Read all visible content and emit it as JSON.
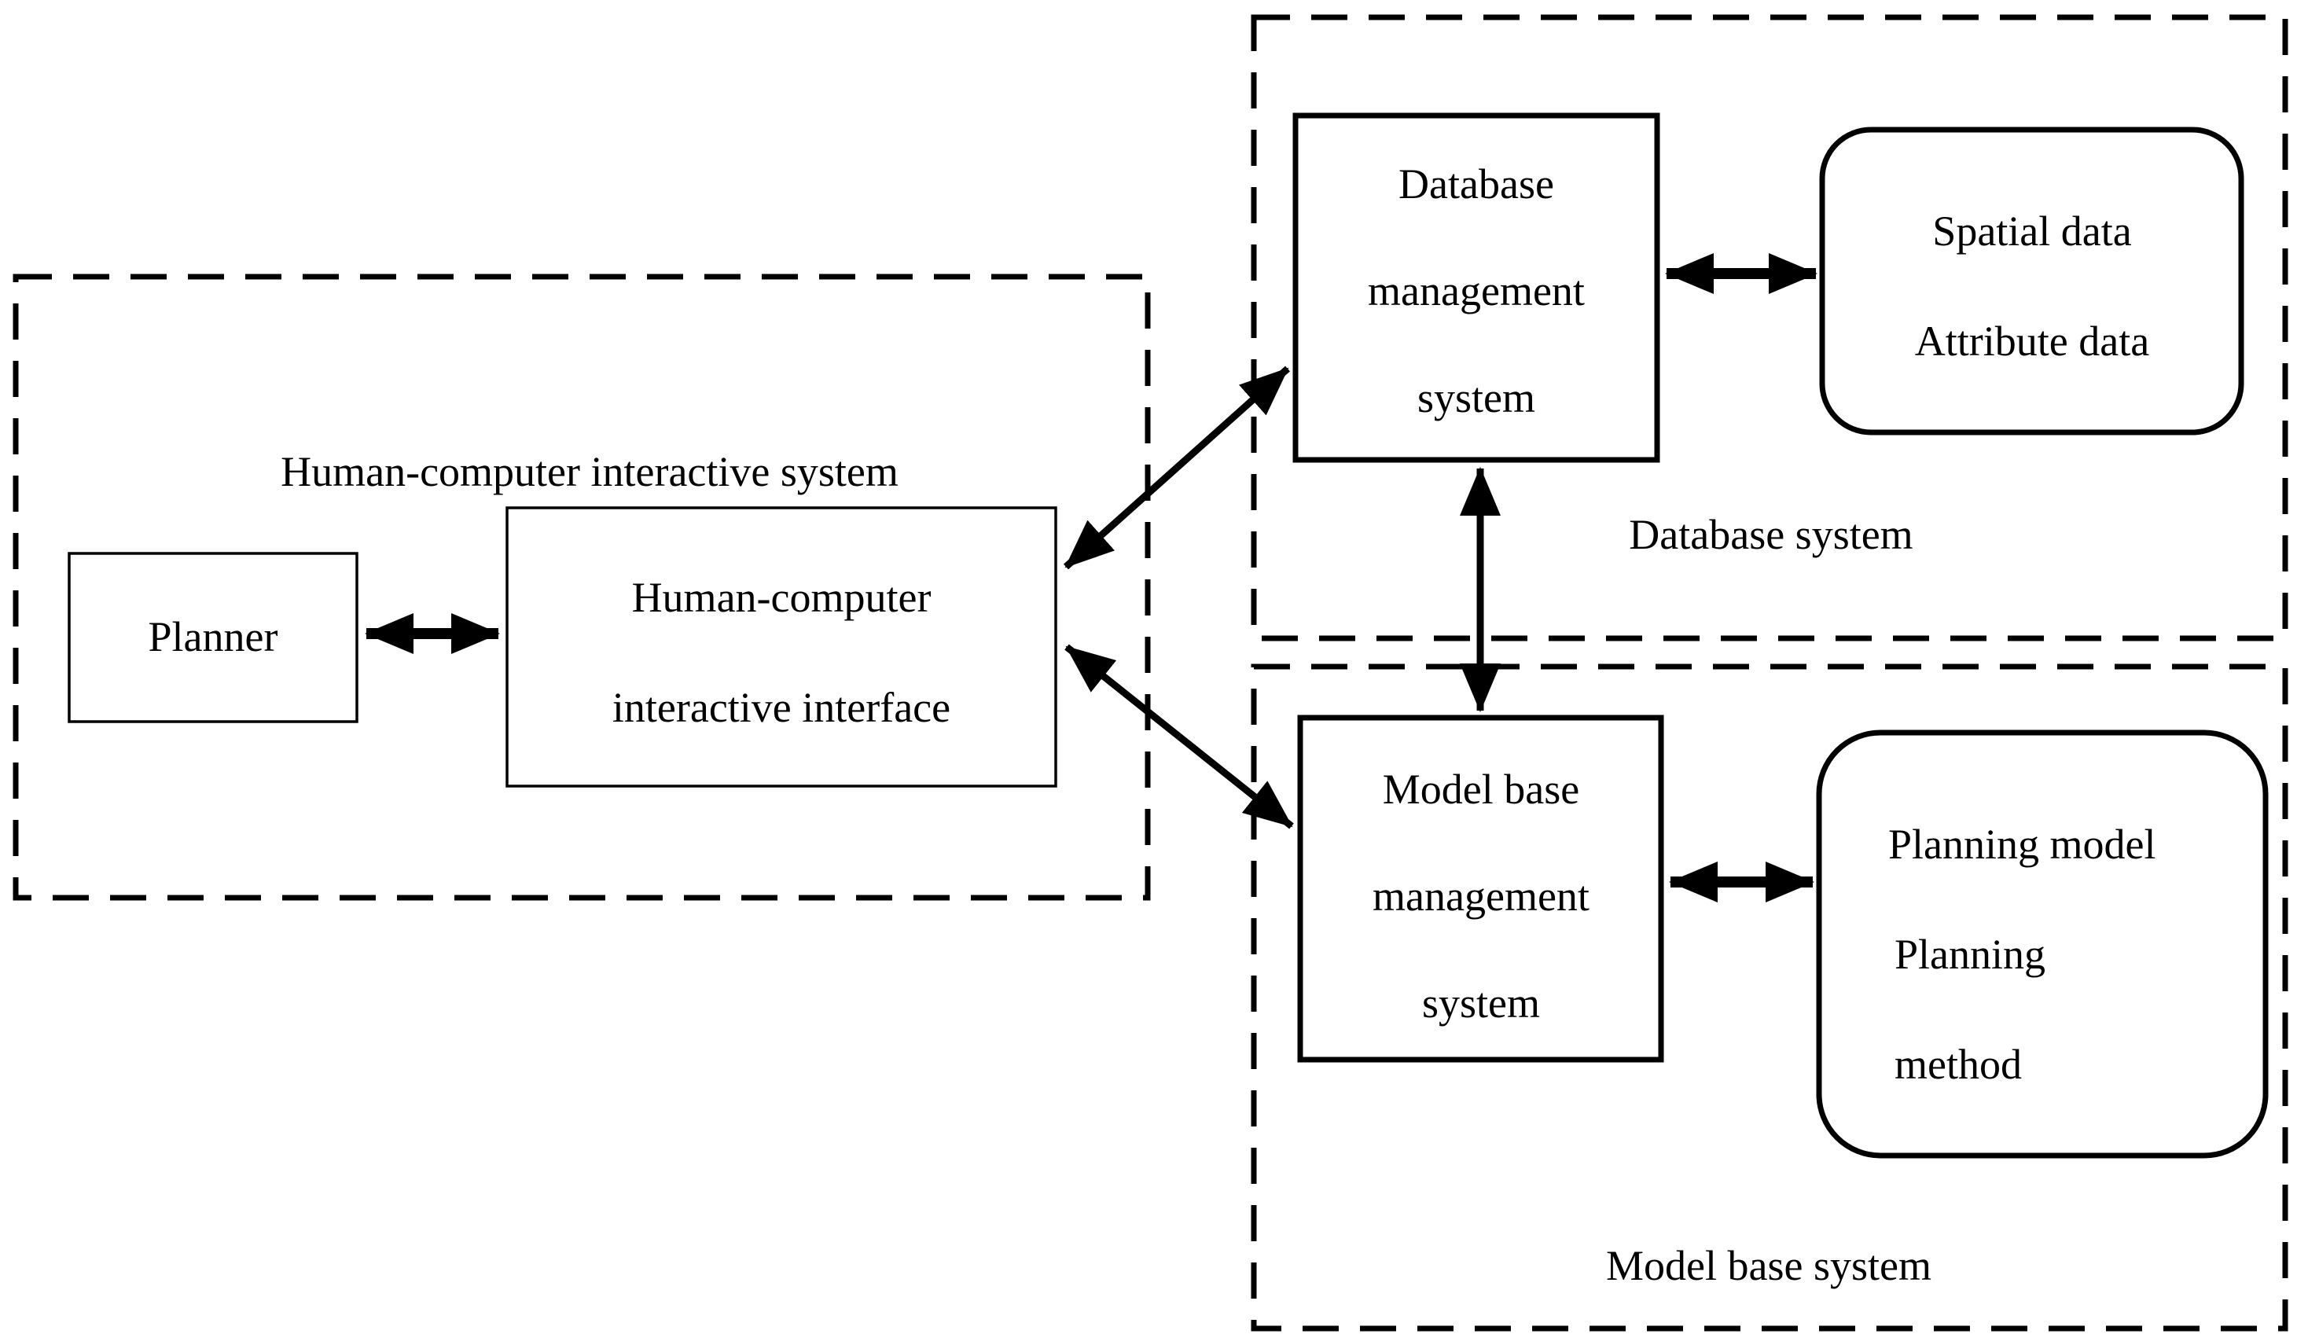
{
  "diagram": {
    "hci_system": {
      "title": "Human-computer interactive system",
      "planner_label": "Planner",
      "interface_line1": "Human-computer",
      "interface_line2": "interactive interface"
    },
    "database_system": {
      "title": "Database system",
      "dbms_line1": "Database",
      "dbms_line2": "management",
      "dbms_line3": "system",
      "store_line1": "Spatial data",
      "store_line2": "Attribute data"
    },
    "model_base_system": {
      "title": "Model base system",
      "mbms_line1": "Model base",
      "mbms_line2": "management",
      "mbms_line3": "system",
      "store_line1": "Planning model",
      "store_line2": "Planning",
      "store_line3": "method"
    },
    "colors": {
      "stroke": "#000000",
      "background": "#ffffff"
    }
  }
}
